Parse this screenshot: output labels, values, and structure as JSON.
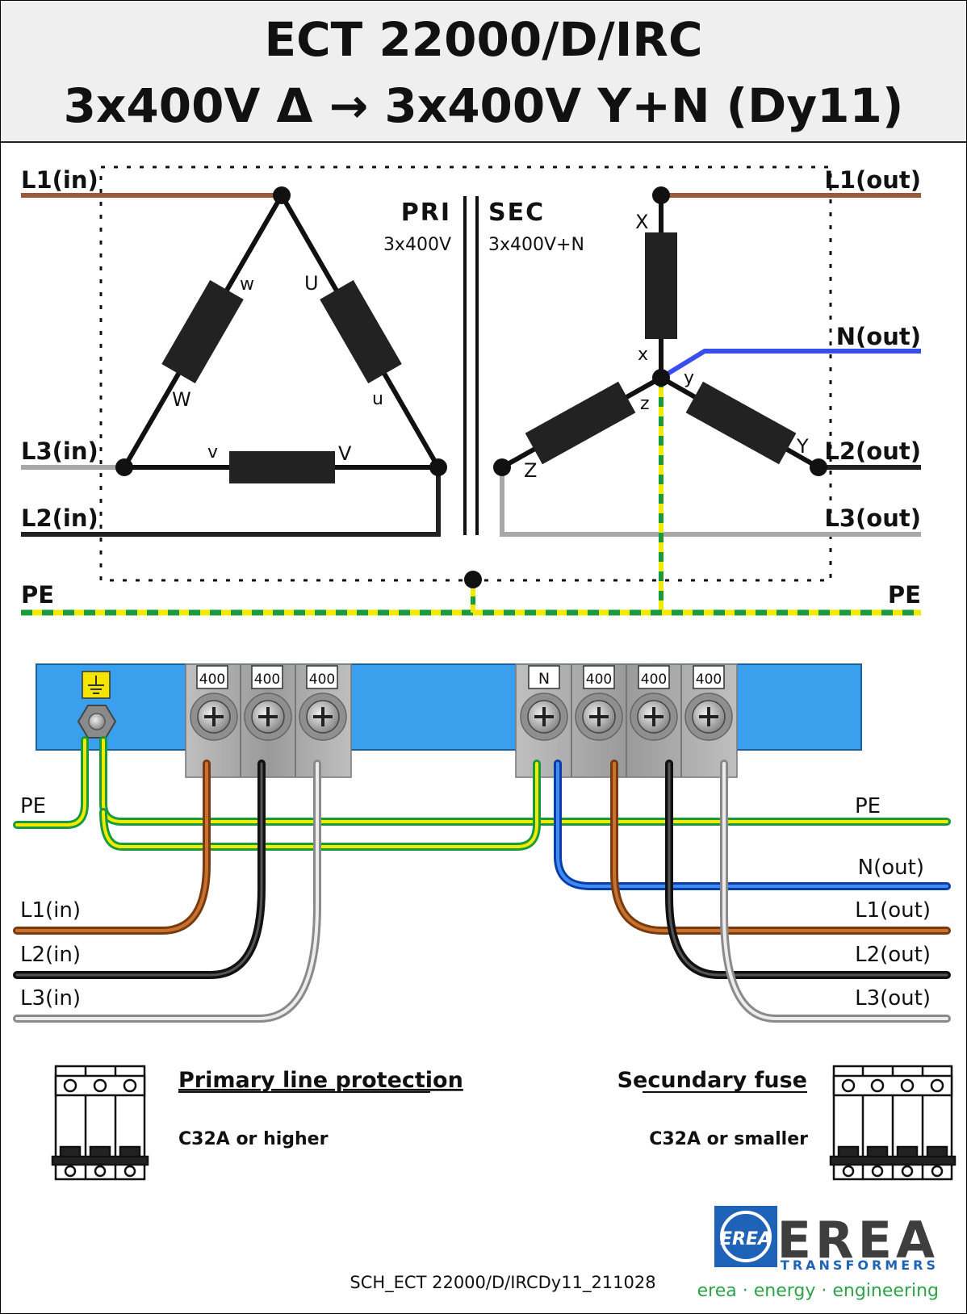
{
  "header": {
    "title": "ECT 22000/D/IRC",
    "subtitle": "3x400V Δ → 3x400V Y+N  (Dy11)"
  },
  "schematic": {
    "inputs": {
      "l1": "L1(in)",
      "l2": "L2(in)",
      "l3": "L3(in)"
    },
    "outputs": {
      "l1": "L1(out)",
      "l2": "L2(out)",
      "l3": "L3(out)",
      "n": "N(out)"
    },
    "pe": "PE",
    "primary": {
      "label": "PRI",
      "voltage": "3x400V"
    },
    "secondary": {
      "label": "SEC",
      "voltage": "3x400V+N"
    },
    "primary_terminals": {
      "upper_left": "w",
      "upper_right": "U",
      "lower_left": "W",
      "lower_right": "u",
      "bottom_left": "v",
      "bottom_right": "V"
    },
    "secondary_terminals": {
      "X": "X",
      "x": "x",
      "y": "y",
      "z": "z",
      "Z": "Z",
      "Y": "Y"
    }
  },
  "terminal_block": {
    "ground_symbol": "ground-icon",
    "left_terminals": [
      "400",
      "400",
      "400"
    ],
    "right_terminals": [
      "N",
      "400",
      "400",
      "400"
    ]
  },
  "wiring": {
    "left": {
      "pe": "PE",
      "l1": "L1(in)",
      "l2": "L2(in)",
      "l3": "L3(in)"
    },
    "right": {
      "pe": "PE",
      "n": "N(out)",
      "l1": "L1(out)",
      "l2": "L2(out)",
      "l3": "L3(out)"
    }
  },
  "protection": {
    "primary_title": "Primary line protection",
    "primary_value": "C32A or higher",
    "secondary_title": "Secundary fuse",
    "secondary_value": "C32A or smaller"
  },
  "footer": {
    "reference": "SCH_ECT 22000/D/IRCDy11_211028",
    "logo_text": "EREA",
    "logo_sub": "TRANSFORMERS",
    "tagline": "erea · energy · engineering"
  },
  "colors": {
    "brown": "#a0522d",
    "blue": "#3a4ef0",
    "grey": "#a8a8a8",
    "black": "#222222",
    "pe_yellow": "#f2ea00",
    "pe_green": "#1a9a3a",
    "terminal_blue": "#3aa0ee",
    "logo_blue": "#1f63b8"
  }
}
